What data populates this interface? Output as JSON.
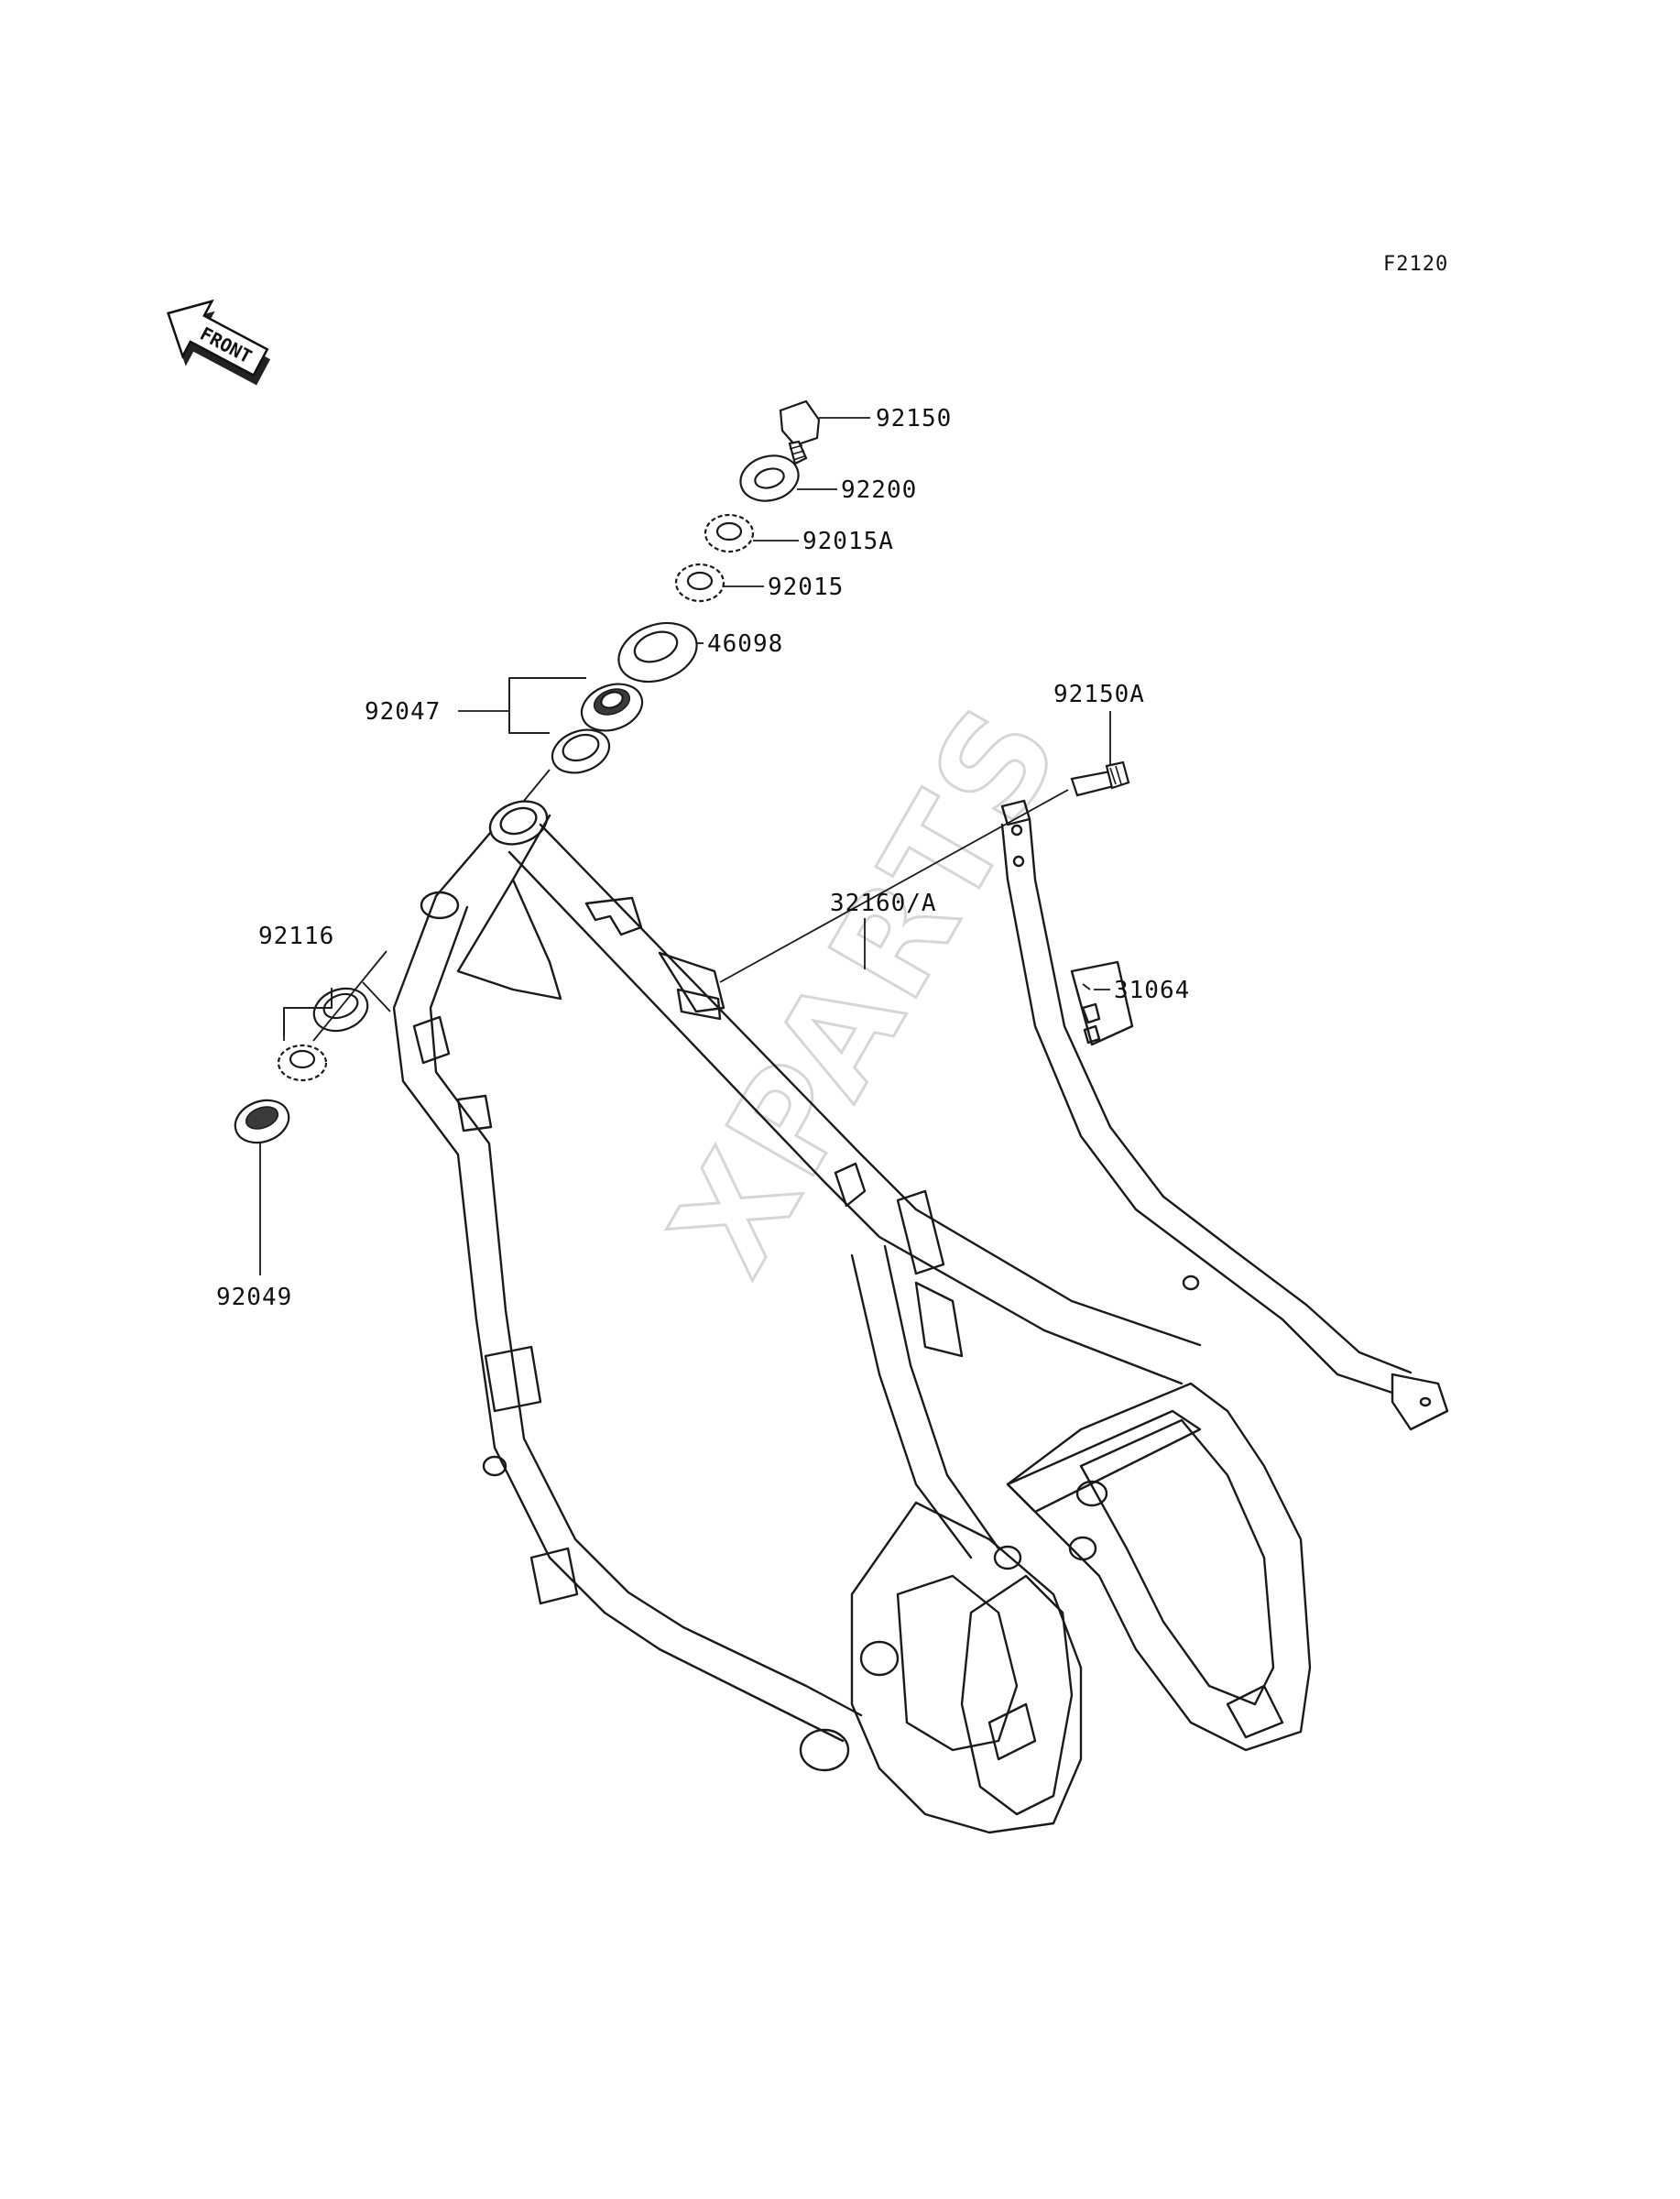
{
  "figure": {
    "code": "F2120"
  },
  "front_arrow": {
    "label": "FRONT",
    "icon": "front-direction-arrow-icon"
  },
  "watermark": {
    "text": "XPARTS"
  },
  "callouts": [
    {
      "id": "c1",
      "label": "92150"
    },
    {
      "id": "c2",
      "label": "92200"
    },
    {
      "id": "c3",
      "label": "92015A"
    },
    {
      "id": "c4",
      "label": "92015"
    },
    {
      "id": "c5",
      "label": "46098"
    },
    {
      "id": "c6",
      "label": "92047"
    },
    {
      "id": "c7",
      "label": "92150A"
    },
    {
      "id": "c8",
      "label": "92116"
    },
    {
      "id": "c9",
      "label": "31064"
    },
    {
      "id": "c10",
      "label": "32160/A"
    },
    {
      "id": "c11",
      "label": "92049"
    }
  ]
}
